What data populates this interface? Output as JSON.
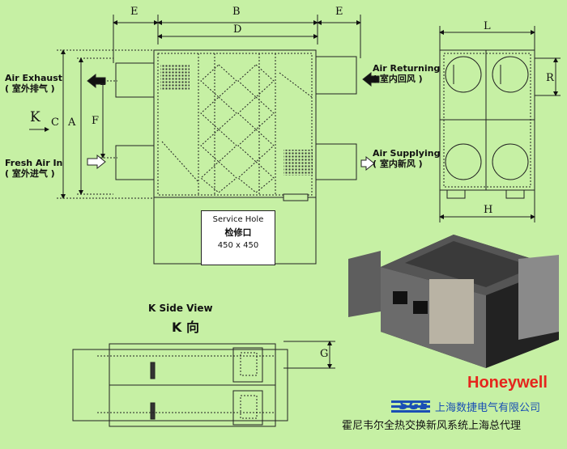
{
  "dimensions": {
    "E_left": "E",
    "B": "B",
    "E_right": "E",
    "D": "D",
    "A": "A",
    "C": "C",
    "F": "F",
    "K": "K",
    "L": "L",
    "R": "R",
    "H": "H",
    "G": "G"
  },
  "labels": {
    "air_exhaust": "Air Exhaust",
    "air_exhaust_cn": "( 室外排气 )",
    "fresh_air_in": "Fresh Air In",
    "fresh_air_in_cn": "( 室外进气 )",
    "air_returning": "Air Returning",
    "air_returning_cn": "( 室内回风 )",
    "air_supplying": "Air Supplying",
    "air_supplying_cn": "( 室内新风 )"
  },
  "service_hole": {
    "title": "Service Hole",
    "title_cn": "检修口",
    "size": "450 x 450"
  },
  "k_view": {
    "title": "K Side View",
    "title_cn": "K 向"
  },
  "branding": {
    "honeywell": "Honeywell",
    "sge_logo": "SGE",
    "company": "上海数捷电气有限公司",
    "tagline": "霍尼韦尔全热交换新风系统上海总代理",
    "brand_color": "#e5251c",
    "company_color": "#1a4fb5"
  }
}
